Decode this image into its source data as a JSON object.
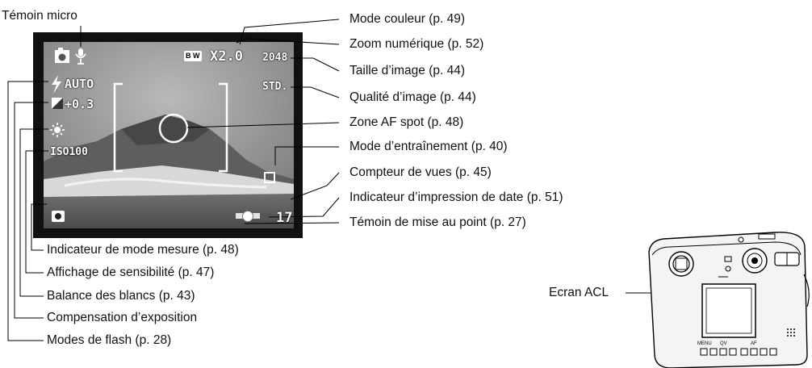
{
  "top_label": "Témoin micro",
  "right_labels": [
    "Mode couleur (p. 49)",
    "Zoom numérique (p. 52)",
    "Taille d’image (p. 44)",
    "Qualité d’image (p. 44)",
    "Zone AF spot (p. 48)",
    "Mode d’entraînement (p. 40)",
    "Compteur de vues (p. 45)",
    "Indicateur d’impression de date (p. 51)",
    "Témoin de mise au point (p. 27)"
  ],
  "bottom_labels": [
    "Indicateur de mode mesure (p. 48)",
    "Affichage de sensibilité (p. 47)",
    "Balance des blancs (p. 43)",
    "Compensation d’exposition",
    "Modes de flash (p. 28)"
  ],
  "camera_label": "Ecran ACL",
  "osd": {
    "color_mode": "B W",
    "zoom": "X2.0",
    "size": "2048",
    "quality": "STD.",
    "flash": "AUTO",
    "exposure": "+0.3",
    "iso": "ISO100",
    "frames": "17"
  },
  "camera_buttons": [
    "MENU",
    "QV",
    "AF"
  ]
}
